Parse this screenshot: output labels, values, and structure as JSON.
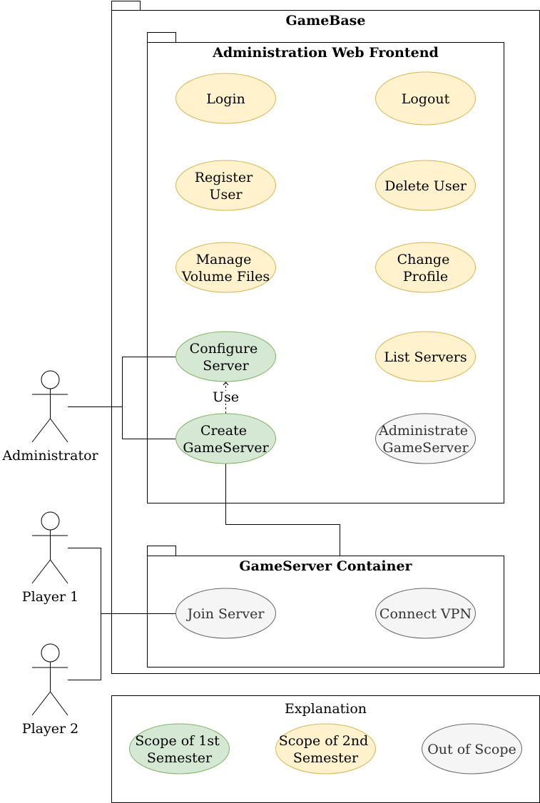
{
  "colors": {
    "green_fill": "#d5e8d4",
    "green_stroke": "#82b366",
    "yellow_fill": "#fff2cc",
    "yellow_stroke": "#d6b656",
    "grey_fill": "#f5f5f5",
    "grey_stroke": "#666666",
    "grey_text": "#333333"
  },
  "packages": {
    "gamebase": "GameBase",
    "admin_frontend": "Administration Web Frontend",
    "gameserver_container": "GameServer Container"
  },
  "use_cases": {
    "login": [
      "Login"
    ],
    "logout": [
      "Logout"
    ],
    "register_user": [
      "Register",
      "User"
    ],
    "delete_user": [
      "Delete User"
    ],
    "manage_volume_files": [
      "Manage",
      "Volume Files"
    ],
    "change_profile": [
      "Change",
      "Profile"
    ],
    "configure_server": [
      "Configure",
      "Server"
    ],
    "list_servers": [
      "List Servers"
    ],
    "create_gameserver": [
      "Create",
      "GameServer"
    ],
    "administrate_gameserver": [
      "Administrate",
      "GameServer"
    ],
    "join_server": [
      "Join Server"
    ],
    "connect_vpn": [
      "Connect VPN"
    ]
  },
  "relation_label": "Use",
  "actors": {
    "administrator": "Administrator",
    "player1": "Player 1",
    "player2": "Player 2"
  },
  "legend": {
    "title": "Explanation",
    "first_semester": [
      "Scope of 1st",
      "Semester"
    ],
    "second_semester": [
      "Scope of 2nd",
      "Semester"
    ],
    "out_of_scope": [
      "Out of Scope"
    ]
  }
}
